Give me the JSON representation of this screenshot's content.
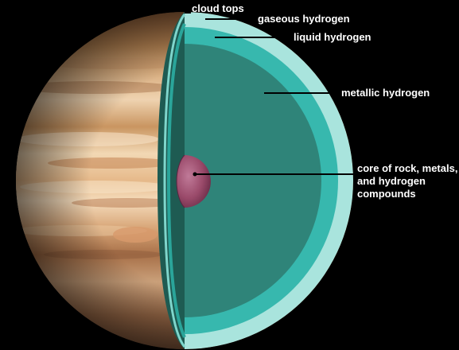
{
  "labels": {
    "cloud_tops": "cloud tops",
    "gaseous_hydrogen": "gaseous hydrogen",
    "liquid_hydrogen": "liquid hydrogen",
    "metallic_hydrogen": "metallic hydrogen",
    "core_line1": "core of rock, metals,",
    "core_line2": "and hydrogen",
    "core_line3": "compounds"
  },
  "colors": {
    "background": "#000000",
    "jupiter_base": "#c9955e",
    "gaseous_layer": "#a8e3dc",
    "liquid_layer": "#35b3aa",
    "metallic_layer": "#2f8a7f",
    "cut_face": "#1f5a52",
    "core": "#9a4a6a"
  }
}
